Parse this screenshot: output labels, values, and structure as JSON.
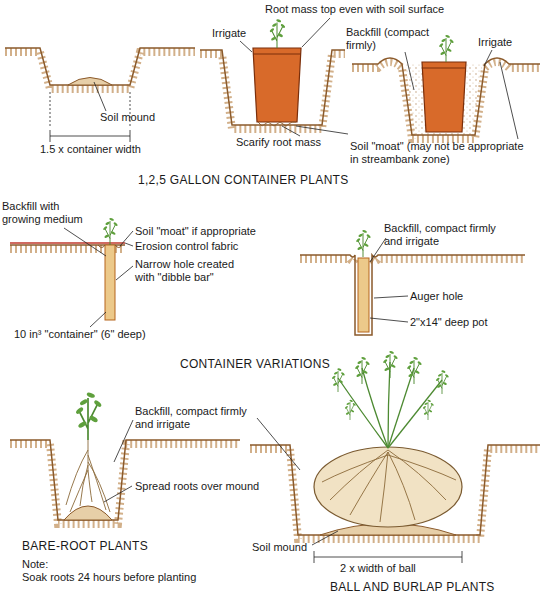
{
  "diagram": {
    "labels": [
      "Root mass top even with soil surface",
      "Irrigate",
      "Backfill (compact firmly)",
      "Irrigate",
      "Soil mound",
      "1.5 x container width",
      "Scarify root mass",
      "Soil \"moat\" (may not be appropriate in streambank zone)",
      "1,2,5 GALLON CONTAINER PLANTS",
      "Backfill with growing medium",
      "Soil \"moat\" if appropriate",
      "Erosion control fabric",
      "Narrow hole created with \"dibble bar\"",
      "10 in³ \"container\" (6\" deep)",
      "Backfill, compact firmly and irrigate",
      "Auger hole",
      "2\"x14\" deep pot",
      "CONTAINER VARIATIONS",
      "Backfill, compact firmly and irrigate",
      "Spread roots over mound",
      "BARE-ROOT PLANTS",
      "Note:",
      "Soak roots 24 hours before planting",
      "Soil mound",
      "2 x width of ball",
      "BALL AND BURLAP PLANTS"
    ]
  }
}
